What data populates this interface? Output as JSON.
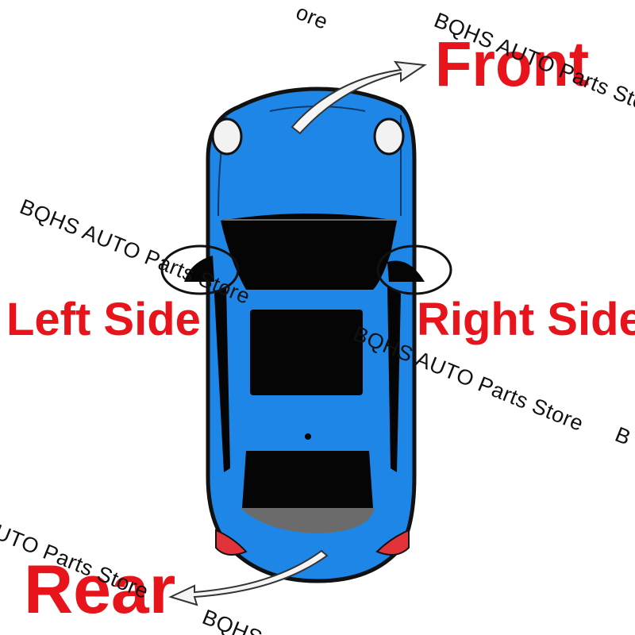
{
  "labels": {
    "front": "Front",
    "left_side": "Left Side",
    "right_side": "Right Side",
    "rear": "Rear"
  },
  "watermark": {
    "main": "BQHS AUTO Parts Store",
    "partial_top": "ore",
    "partial_bottom_left": "UTO Parts Store",
    "partial_bottom": "BQHS",
    "partial_right": "B"
  },
  "colors": {
    "label_red": "#e8141b",
    "car_blue": "#1e86e6",
    "car_outline": "#111111",
    "window_black": "#050505",
    "taillight_red": "#e2333b"
  },
  "icons": {
    "car": "car-top-view-icon",
    "mirror_marker": "circle-highlight-icon",
    "arrow": "curved-arrow-icon"
  }
}
